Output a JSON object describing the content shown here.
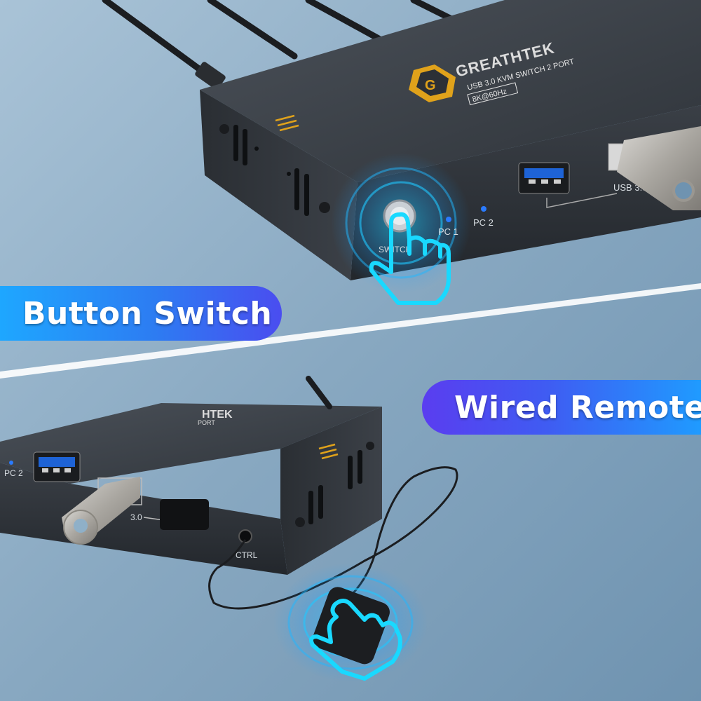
{
  "banners": {
    "top": "Button Switch",
    "bottom": "Wired Remote"
  },
  "device_top": {
    "brand": "GREATHTEK",
    "model": "USB 3.0 KVM SWITCH  2 PORT",
    "spec": "8K@60Hz",
    "switch_label": "SWITCH",
    "led_pc1": "PC 1",
    "led_pc2": "PC 2",
    "usb_label": "USB 3.0"
  },
  "device_bottom": {
    "brand_fragment": "HTEK",
    "port_fragment": "PORT",
    "led_pc2": "PC 2",
    "usb_fragment": "3.0",
    "ctrl_label": "CTRL"
  },
  "colors": {
    "accent_cyan": "#19d9ff",
    "banner_blue": "#1ea7ff",
    "banner_purple": "#5a3df0",
    "logo_gold": "#e0a21b",
    "device_body": "#3a3f45"
  }
}
